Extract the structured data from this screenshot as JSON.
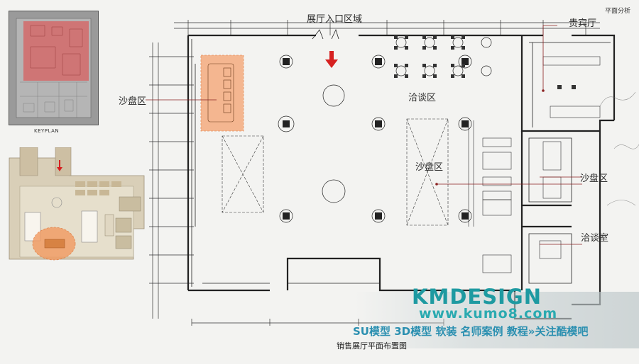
{
  "header": {
    "section": "平面分析"
  },
  "keyplan": {
    "label": "KEYPLAN"
  },
  "labels": {
    "entrance": "展厅入口区域",
    "vip": "贵宾厅",
    "sandtable_left": "沙盘区",
    "negotiation": "洽谈区",
    "sandtable_center": "沙盘区",
    "sandtable_right": "沙盘区",
    "negotiation_room": "洽谈室"
  },
  "footer": {
    "title": "销售展厅平面布置图"
  },
  "watermark": {
    "brand": "KMDESIGN",
    "url": "www.kumo8.com",
    "promo": "SU模型 3D模型 软装 名师案例 教程»关注酷模吧"
  },
  "colors": {
    "highlight_red": "#d9534f",
    "highlight_orange": "#f0a070",
    "arrow": "#d62020",
    "brand": "#1e9aa1"
  }
}
